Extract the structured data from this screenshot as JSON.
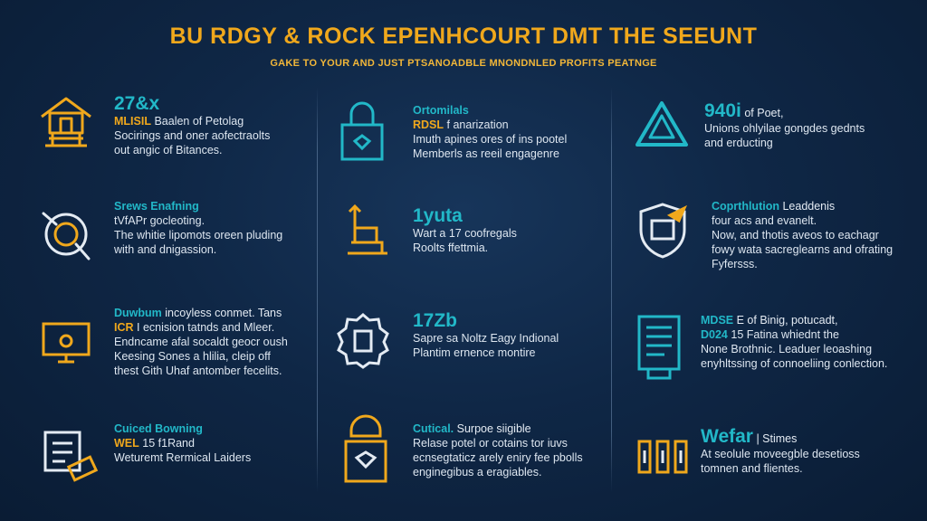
{
  "colors": {
    "orange": "#f0a81c",
    "teal": "#22b8c8",
    "background": "#0f2746",
    "text": "#dde6f0"
  },
  "header": {
    "title": "BU RDGY & ROCK EPENHCOURT DMT THE SEEUNT",
    "subtitle": "GAKE TO YOUR AND JUST PTSANOADBLE MNONDNLED PROFITS PEATNGE"
  },
  "columns": [
    {
      "items": [
        {
          "icon": "house-icon",
          "accent": "27&x",
          "accent_tag": "",
          "line1_strong": "MLISIL",
          "line1": "Baalen of Petolag",
          "lines": [
            "Socirings and oner aofectraolts",
            "out angic of Bitances."
          ]
        },
        {
          "icon": "tool-icon",
          "accent": "Srews Enafning",
          "accent_tag": "",
          "line1_strong": "",
          "line1": "tVfAPr gocleoting.",
          "lines": [
            "The whitie lipomots oreen pluding",
            "with and dnigassion."
          ]
        },
        {
          "icon": "monitor-icon",
          "accent": "Duwbum",
          "accent_tag": "incoyless conmet. Tans",
          "line1_strong": "ICR",
          "line1": "I ecnision tatnds and Mleer.",
          "lines": [
            "Endncame afal socaldt geocr oush",
            "Keesing Sones a hlilia, cleip off",
            "thest Gith Uhaf antomber fecelits."
          ]
        },
        {
          "icon": "scroll-icon",
          "accent": "Cuiced Bowning",
          "accent_tag": "",
          "line1_strong": "WEL",
          "line1": "15 f1Rand",
          "lines": [
            "Weturemt Rermical Laiders"
          ]
        }
      ]
    },
    {
      "items": [
        {
          "icon": "lock-icon",
          "accent": "Ortomilals",
          "accent_tag": "",
          "line1_strong": "RDSL",
          "line1": "f anarization",
          "lines": [
            "Imuth apines ores of ins pootel",
            "Memberls as reeil engagenre"
          ]
        },
        {
          "icon": "pump-icon",
          "accent": "1yuta",
          "accent_tag": "",
          "line1_strong": "",
          "line1": "Wart a 17 coofregals",
          "lines": [
            "Roolts ffettmia."
          ]
        },
        {
          "icon": "seal-icon",
          "accent": "17Zb",
          "accent_tag": "",
          "line1_strong": "",
          "line1": "Sapre sa Noltz Eagy Indional",
          "lines": [
            "Plantim ernence montire"
          ]
        },
        {
          "icon": "badge-icon",
          "accent": "Cutical.",
          "accent_tag": "Surpoe siigible",
          "line1_strong": "",
          "line1": "Relase potel or cotains tor iuvs",
          "lines": [
            "ecnsegtaticz arely eniry fee pbolls",
            "enginegibus a eragiables."
          ]
        }
      ]
    },
    {
      "items": [
        {
          "icon": "recycle-icon",
          "accent": "940i",
          "accent_tag": "of Poet,",
          "line1_strong": "",
          "line1": "Unions ohlyilae gongdes gednts",
          "lines": [
            "and erducting"
          ]
        },
        {
          "icon": "shield-icon",
          "accent": "Coprthlution",
          "accent_tag": "Leaddenis",
          "line1_strong": "",
          "line1": "four acs and evanelt.",
          "lines": [
            "Now, and thotis aveos to eachagr",
            "fowy wata sacreglearns and ofrating",
            "Fyfersss."
          ]
        },
        {
          "icon": "document-icon",
          "accent": "MDSE",
          "accent_tag": "E of Binig, potucadt,",
          "line1_strong": "D024",
          "line1": "15 Fatina whiednt the",
          "lines": [
            "None Brothnic. Leaduer leoashing",
            "enyhltssing of connoeliing conlection."
          ]
        },
        {
          "icon": "circuit-icon",
          "accent": "Wefar",
          "accent_tag": "| Stimes",
          "line1_strong": "",
          "line1": "At seolule moveegble desetioss",
          "lines": [
            "tomnen and flientes."
          ]
        }
      ]
    }
  ]
}
